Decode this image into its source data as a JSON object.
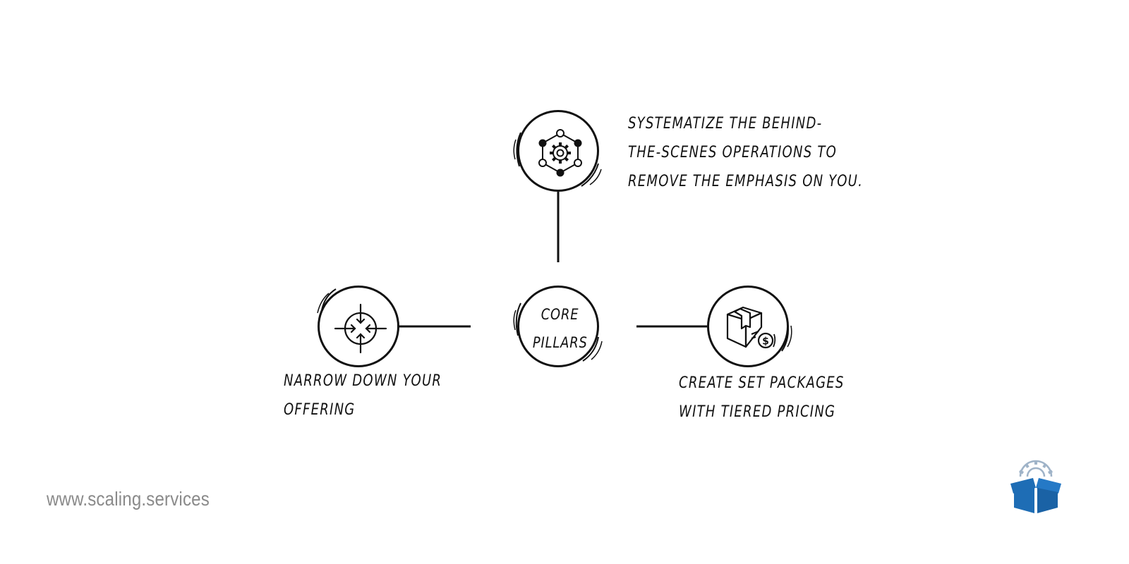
{
  "diagram": {
    "center": {
      "line1": "Core",
      "line2": "Pillars"
    },
    "pillars": [
      {
        "id": "systematize",
        "icon": "gear-network-icon",
        "lines": [
          "Systematize the behind-",
          "the-scenes operations to",
          "remove the emphasis on you."
        ]
      },
      {
        "id": "narrow",
        "icon": "target-arrows-icon",
        "lines": [
          "Narrow down your",
          "offering"
        ]
      },
      {
        "id": "packages",
        "icon": "package-dollar-icon",
        "lines": [
          "Create set packages",
          "with tiered pricing"
        ]
      }
    ]
  },
  "footer": {
    "website": "www.scaling.services"
  },
  "colors": {
    "ink": "#111111",
    "footer_text": "#8a8a8a",
    "logo_blue": "#1e6db5",
    "logo_gear": "#9fb3c8"
  }
}
